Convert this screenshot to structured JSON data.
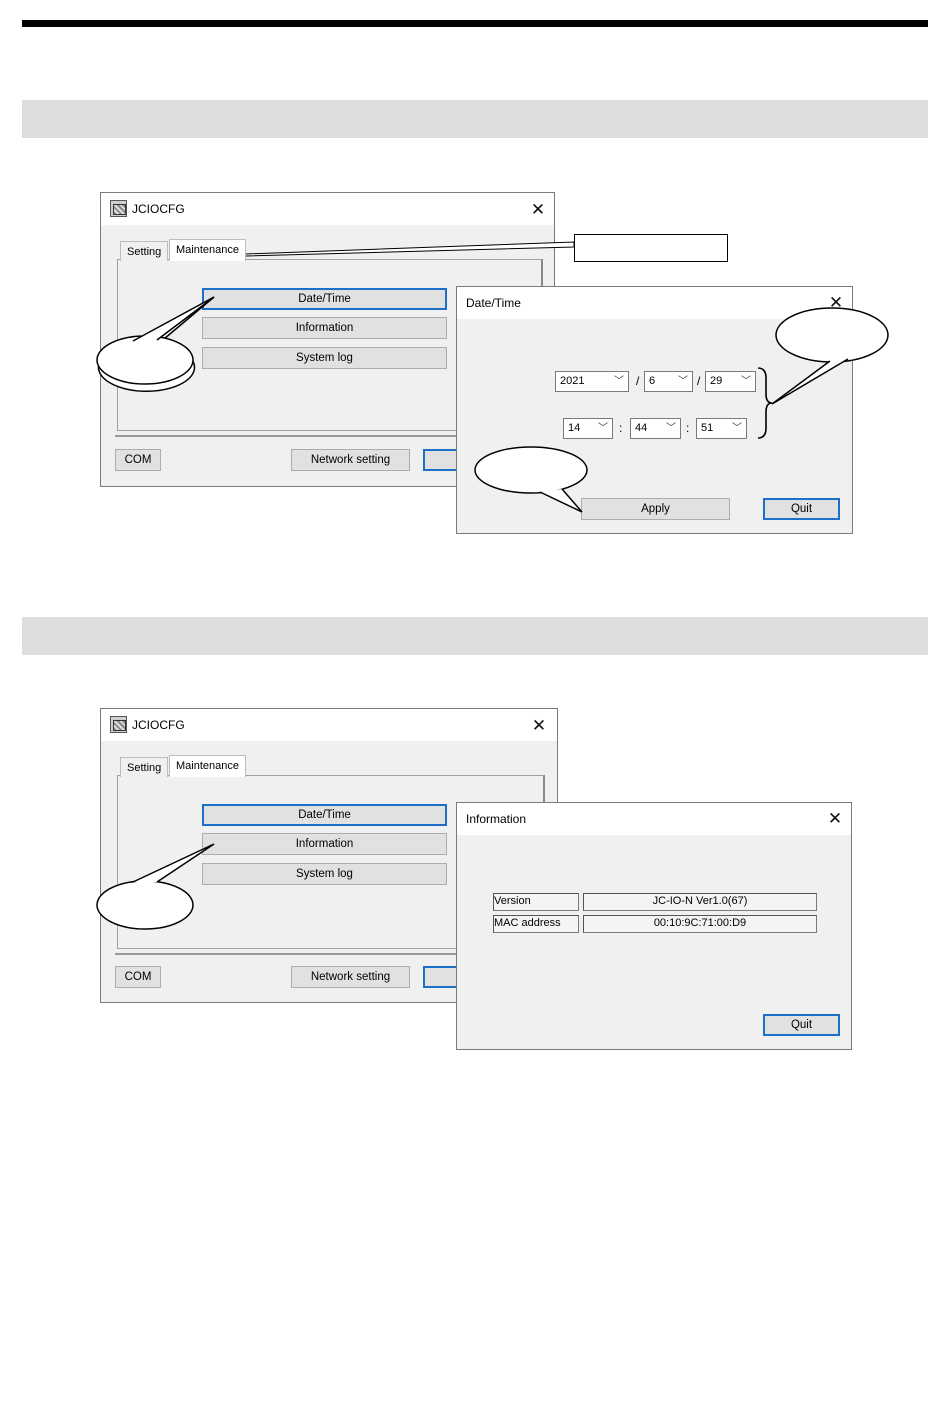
{
  "section1": {
    "main_window": {
      "title": "JCIOCFG",
      "tabs": [
        "Setting",
        "Maintenance"
      ],
      "buttons": {
        "datetime": "Date/Time",
        "information": "Information",
        "system_log": "System log"
      },
      "footer": {
        "com": "COM",
        "network": "Network setting"
      }
    },
    "datetime_dialog": {
      "title": "Date/Time",
      "year": "2021",
      "month": "6",
      "day": "29",
      "hour": "14",
      "minute": "44",
      "second": "51",
      "date_sep": "/",
      "time_sep": ":",
      "apply": "Apply",
      "quit": "Quit"
    }
  },
  "section2": {
    "main_window": {
      "title": "JCIOCFG",
      "tabs": [
        "Setting",
        "Maintenance"
      ],
      "buttons": {
        "datetime": "Date/Time",
        "information": "Information",
        "system_log": "System log"
      },
      "footer": {
        "com": "COM",
        "network": "Network setting"
      }
    },
    "info_dialog": {
      "title": "Information",
      "rows": [
        {
          "label": "Version",
          "value": "JC-IO-N Ver1.0(67)"
        },
        {
          "label": "MAC address",
          "value": "00:10:9C:71:00:D9"
        }
      ],
      "quit": "Quit"
    }
  },
  "icons": {
    "app": "app-icon",
    "close": "close-icon",
    "dropdown": "chevron-down-icon",
    "brace": "right-brace-icon"
  },
  "colors": {
    "section_bar": "#dedede",
    "focus_border": "#1e6fc9",
    "window_bg": "#f0f0f0"
  }
}
